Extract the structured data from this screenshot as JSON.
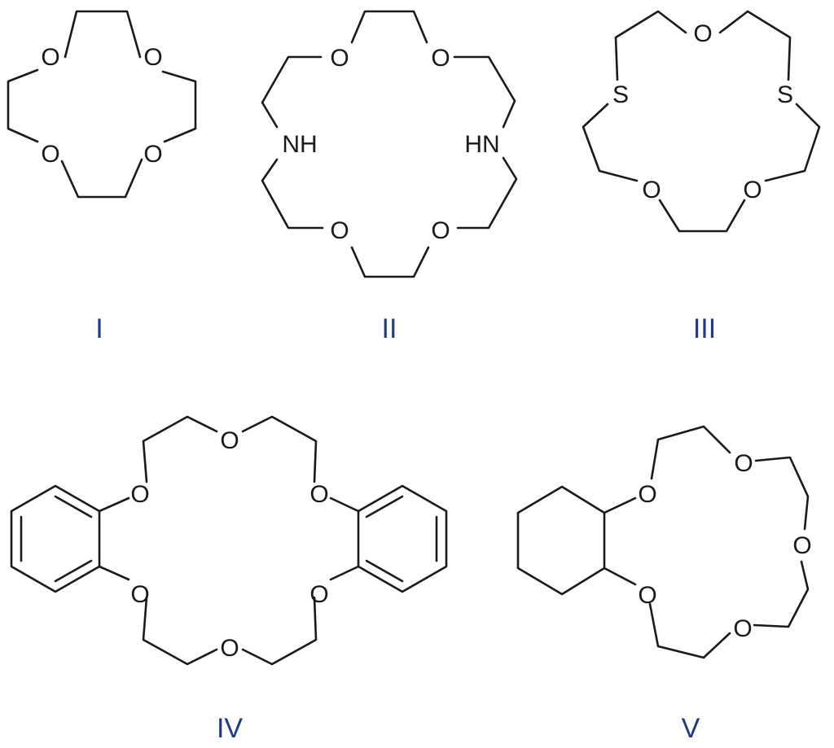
{
  "structures": [
    {
      "id": "I",
      "caption": "I",
      "atoms": [
        {
          "symbol": "O"
        },
        {
          "symbol": "O"
        },
        {
          "symbol": "O"
        },
        {
          "symbol": "O"
        }
      ]
    },
    {
      "id": "II",
      "caption": "II",
      "atoms": [
        {
          "symbol": "O"
        },
        {
          "symbol": "O"
        },
        {
          "symbol": "NH"
        },
        {
          "symbol": "HN"
        },
        {
          "symbol": "O"
        },
        {
          "symbol": "O"
        }
      ]
    },
    {
      "id": "III",
      "caption": "III",
      "atoms": [
        {
          "symbol": "O"
        },
        {
          "symbol": "S"
        },
        {
          "symbol": "S"
        },
        {
          "symbol": "O"
        },
        {
          "symbol": "O"
        }
      ]
    },
    {
      "id": "IV",
      "caption": "IV",
      "atoms": [
        {
          "symbol": "O"
        },
        {
          "symbol": "O"
        },
        {
          "symbol": "O"
        },
        {
          "symbol": "O"
        },
        {
          "symbol": "O"
        },
        {
          "symbol": "O"
        }
      ]
    },
    {
      "id": "V",
      "caption": "V",
      "atoms": [
        {
          "symbol": "O"
        },
        {
          "symbol": "O"
        },
        {
          "symbol": "O"
        },
        {
          "symbol": "O"
        },
        {
          "symbol": "O"
        }
      ]
    }
  ]
}
